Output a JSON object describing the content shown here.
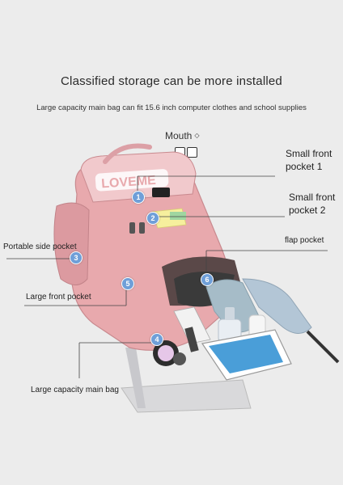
{
  "heading": "Classified storage can be more installed",
  "subheading": "Large capacity main bag can fit 15.6 inch computer clothes and school supplies",
  "mouth_label": "Mouth",
  "mouth_symbol": "◇",
  "logo_text": "LOVEME",
  "callouts": [
    {
      "number": "1",
      "label": "Small front pocket 1"
    },
    {
      "number": "2",
      "label": "Small front pocket 2"
    },
    {
      "number": "3",
      "label": "Portable side pocket"
    },
    {
      "number": "4",
      "label": "Large capacity main bag"
    },
    {
      "number": "5",
      "label": "Large front pocket"
    },
    {
      "number": "6",
      "label": "flap pocket"
    }
  ],
  "colors": {
    "background": "#ececec",
    "bag": "#e8a9ad",
    "marker": "#6f9fd8"
  }
}
